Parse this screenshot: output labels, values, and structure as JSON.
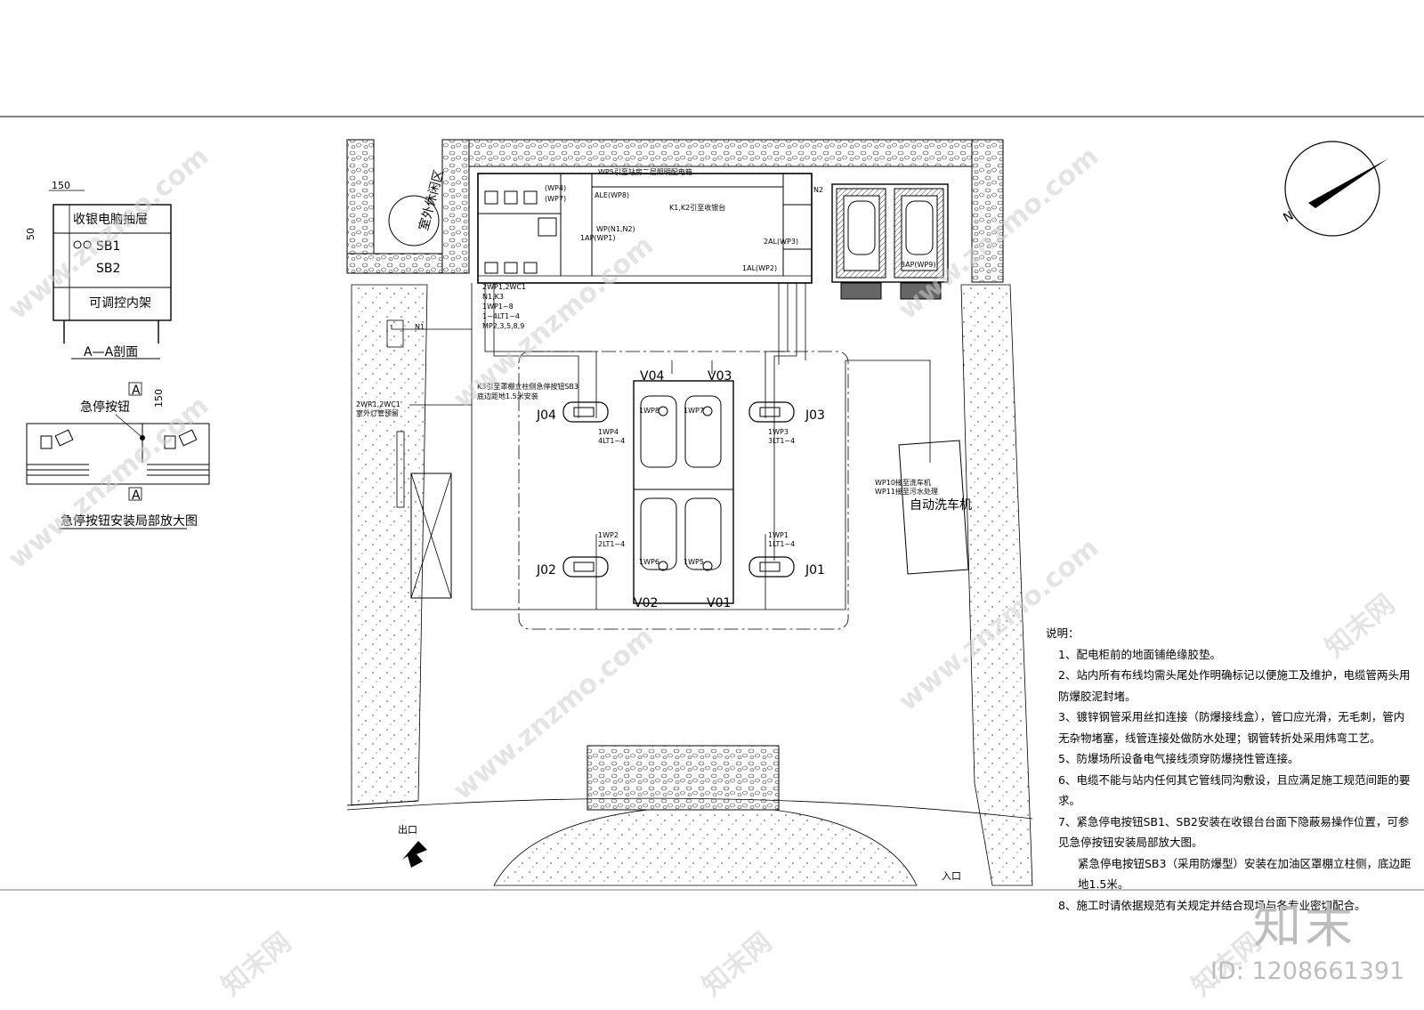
{
  "section_detail": {
    "dim_150_top": "150",
    "dim_50": "50",
    "cashier_drawer": "收银电脑抽屉",
    "sb1": "SB1",
    "sb2": "SB2",
    "adjustable_shelf": "可调控内架",
    "section_title": "A—A剖面"
  },
  "estop_detail": {
    "label": "急停按钮",
    "dim_150": "150",
    "section_marker_a_top": "A",
    "section_marker_a_bottom": "A",
    "title": "急停按钮安装局部放大图"
  },
  "site_plan": {
    "outdoor_rest_area": "室外休闲区",
    "wp5": "WP5引至站房二层照明配电箱",
    "wp4": "(WP4)",
    "wp7": "(WP7)",
    "ale": "ALE(WP8)",
    "n2": "N2",
    "k1k2": "K1,K2引至收银台",
    "wp_n1n2": "WP(N1,N2)",
    "ap1": "1AP(WP1)",
    "al2": "2AL(WP3)",
    "al1": "1AL(WP2)",
    "ap3": "3AP(WP9)",
    "cable_2wp": "2WP1,2WC1",
    "cable_n1k3": "N1,K3",
    "cable_1wp": "1WP1~8",
    "cable_lt": "1~4LT1~4",
    "cable_mp": "MP2,3,5,8,9",
    "n1": "N1",
    "k3_note_1": "K3引至罩棚立柱侧急停按钮SB3",
    "k3_note_2": "底边距地1.5米安装",
    "wr_note_1": "2WR1,2WC1",
    "wr_note_2": "室外灯管预留",
    "pumps": {
      "j04": "J04",
      "j03": "J03",
      "j02": "J02",
      "j01": "J01",
      "wp4": "1WP4",
      "lt4": "4LT1~4",
      "wp3": "1WP3",
      "lt3": "3LT1~4",
      "wp2": "1WP2",
      "lt2": "2LT1~4",
      "wp1": "1WP1",
      "lt1": "1LT1~4"
    },
    "tanks": {
      "v04": "V04",
      "v03": "V03",
      "v02": "V02",
      "v01": "V01",
      "wp8": "1WP8",
      "wp7": "1WP7",
      "wp6": "1WP6",
      "wp5": "1WP5"
    },
    "wp10": "WP10接至洗车机",
    "wp11": "WP11接至污水处理",
    "car_wash": "自动洗车机",
    "exit": "出口",
    "entrance": "入口"
  },
  "notes": {
    "heading": "说明：",
    "items": [
      "1、配电柜前的地面铺绝缘胶垫。",
      "2、站内所有布线均需头尾处作明确标记以便施工及维护，电缆管两头用防爆胶泥封堵。",
      "3、镀锌钢管采用丝扣连接（防爆接线盒），管口应光滑，无毛刺，管内无杂物堵塞，线管连接处做防水处理；钢管转折处采用炜弯工艺。",
      "5、防爆场所设备电气接线须穿防爆挠性管连接。",
      "6、电缆不能与站内任何其它管线同沟敷设，且应满足施工规范间距的要求。",
      "7、紧急停电按钮SB1、SB2安装在收银台台面下隐蔽易操作位置，可参见急停按钮安装局部放大图。",
      "紧急停电按钮SB3（采用防爆型）安装在加油区罩棚立柱侧，底边距地1.5米。",
      "8、施工时请依据规范有关规定并结合现场与各专业密切配合。"
    ]
  },
  "watermark": {
    "site": "www.znzmo.com",
    "brand_cn": "知末网",
    "brand_logo": "知末",
    "doc_id": "ID: 1208661391"
  },
  "compass": {
    "north": "N"
  }
}
